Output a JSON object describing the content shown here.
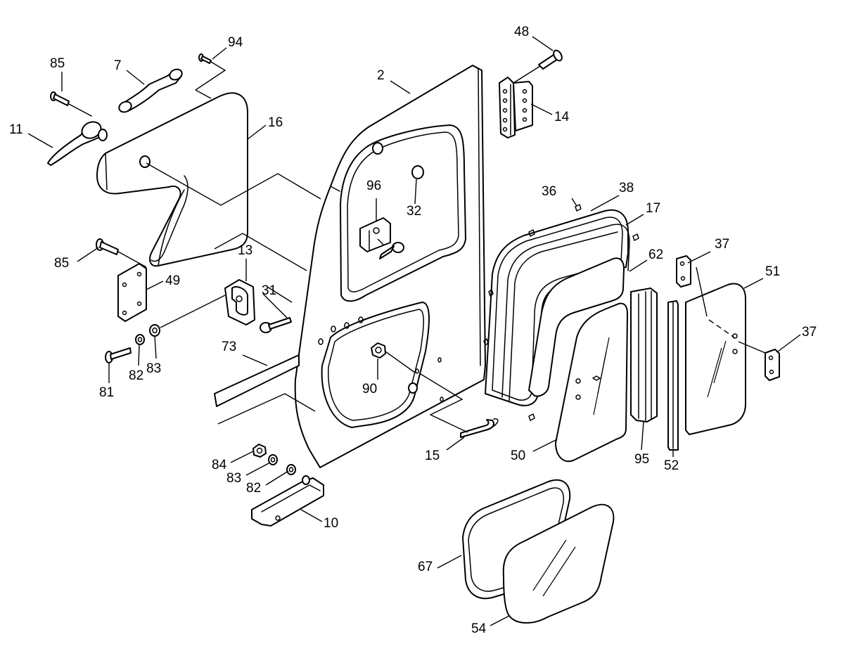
{
  "diagram": {
    "callouts": [
      {
        "id": "c94",
        "text": "94"
      },
      {
        "id": "c85a",
        "text": "85"
      },
      {
        "id": "c7",
        "text": "7"
      },
      {
        "id": "c11",
        "text": "11"
      },
      {
        "id": "c16",
        "text": "16"
      },
      {
        "id": "c2",
        "text": "2"
      },
      {
        "id": "c48",
        "text": "48"
      },
      {
        "id": "c14",
        "text": "14"
      },
      {
        "id": "c96",
        "text": "96"
      },
      {
        "id": "c32",
        "text": "32"
      },
      {
        "id": "c36",
        "text": "36"
      },
      {
        "id": "c38",
        "text": "38"
      },
      {
        "id": "c17",
        "text": "17"
      },
      {
        "id": "c62",
        "text": "62"
      },
      {
        "id": "c37a",
        "text": "37"
      },
      {
        "id": "c51",
        "text": "51"
      },
      {
        "id": "c37b",
        "text": "37"
      },
      {
        "id": "c85b",
        "text": "85"
      },
      {
        "id": "c49",
        "text": "49"
      },
      {
        "id": "c13",
        "text": "13"
      },
      {
        "id": "c31",
        "text": "31"
      },
      {
        "id": "c81",
        "text": "81"
      },
      {
        "id": "c82a",
        "text": "82"
      },
      {
        "id": "c83a",
        "text": "83"
      },
      {
        "id": "c73",
        "text": "73"
      },
      {
        "id": "c90",
        "text": "90"
      },
      {
        "id": "c15",
        "text": "15"
      },
      {
        "id": "c50",
        "text": "50"
      },
      {
        "id": "c95",
        "text": "95"
      },
      {
        "id": "c52",
        "text": "52"
      },
      {
        "id": "c84",
        "text": "84"
      },
      {
        "id": "c83b",
        "text": "83"
      },
      {
        "id": "c82b",
        "text": "82"
      },
      {
        "id": "c10",
        "text": "10"
      },
      {
        "id": "c67",
        "text": "67"
      },
      {
        "id": "c54",
        "text": "54"
      }
    ]
  }
}
